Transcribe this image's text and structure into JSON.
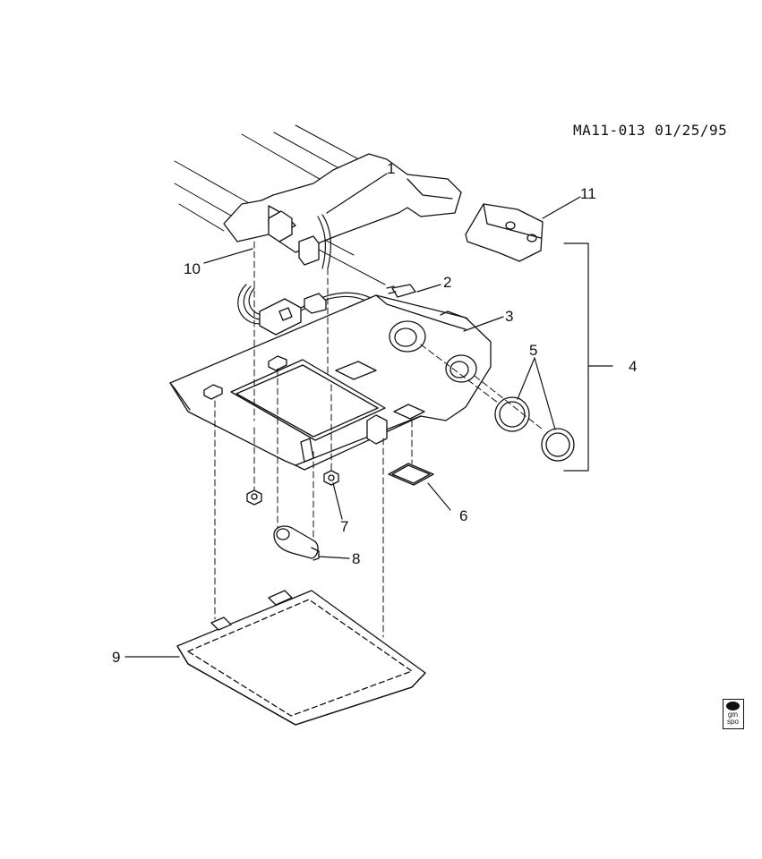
{
  "document": {
    "id": "MA11-013 01/25/95"
  },
  "callouts": [
    {
      "num": "1"
    },
    {
      "num": "2"
    },
    {
      "num": "3"
    },
    {
      "num": "4"
    },
    {
      "num": "5"
    },
    {
      "num": "6"
    },
    {
      "num": "7"
    },
    {
      "num": "8"
    },
    {
      "num": "9"
    },
    {
      "num": "10"
    },
    {
      "num": "11"
    }
  ],
  "logo": {
    "icon": "gm-spo-logo",
    "line1": "gm",
    "line2": "spo"
  },
  "colors": {
    "ink": "#111111",
    "shade": "#cfcfcf",
    "paper": "#ffffff"
  }
}
